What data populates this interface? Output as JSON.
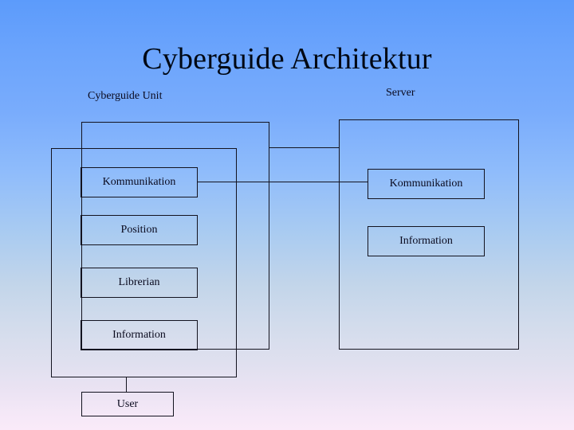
{
  "slide": {
    "title": "Cyberguide Architektur",
    "background_top_color": "#5C9BFB",
    "background_bottom_color": "#FAEAF9",
    "line_color": "#13131F",
    "text_color": "#0A0A1E"
  },
  "captions": {
    "unit": "Cyberguide Unit",
    "server": "Server"
  },
  "cyberguide_unit": {
    "components": [
      {
        "label": "Kommunikation"
      },
      {
        "label": "Position"
      },
      {
        "label": "Librerian"
      },
      {
        "label": "Information"
      }
    ]
  },
  "server": {
    "components": [
      {
        "label": "Kommunikation"
      },
      {
        "label": "Information"
      }
    ]
  },
  "external": {
    "user": "User"
  },
  "connectors": [
    {
      "name": "unit-to-server-top",
      "from": "cyberguide-unit-outer",
      "to": "server-container"
    },
    {
      "name": "kommunikation-to-kommunikation",
      "from": "unit-kommunikation",
      "to": "server-kommunikation"
    },
    {
      "name": "unit-to-user",
      "from": "cyberguide-unit-inner",
      "to": "user"
    }
  ]
}
